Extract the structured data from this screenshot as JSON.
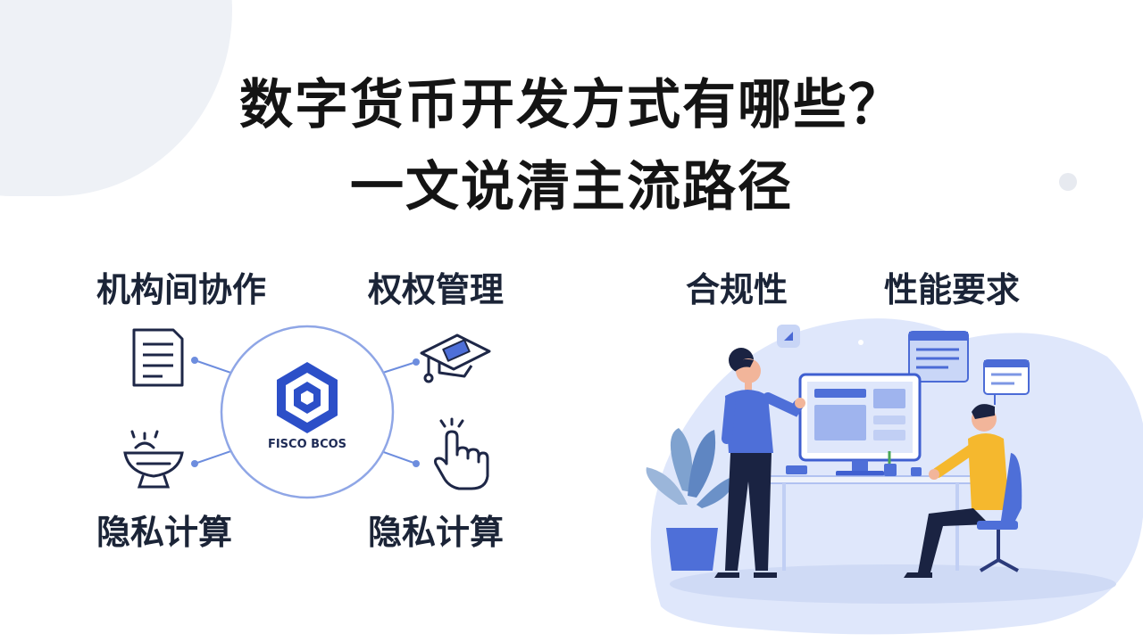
{
  "title": {
    "line1": "数字货币开发方式有哪些？",
    "line2": "一文说清主流路径"
  },
  "left_section": {
    "label_top_left": "机构间协作",
    "label_top_right": "权权管理",
    "label_bottom_left": "隐私计算",
    "label_bottom_right": "隐私计算",
    "center_logo_text": "FISCO BCOS",
    "icons": [
      "document-icon",
      "graduation-cap-icon",
      "bowl-icon",
      "pointing-hand-icon"
    ]
  },
  "right_section": {
    "label_left": "合规性",
    "label_right": "性能要求"
  },
  "colors": {
    "accent": "#3a5bd9",
    "dark_text": "#1b2437",
    "light_blue": "#dfe7fb"
  }
}
